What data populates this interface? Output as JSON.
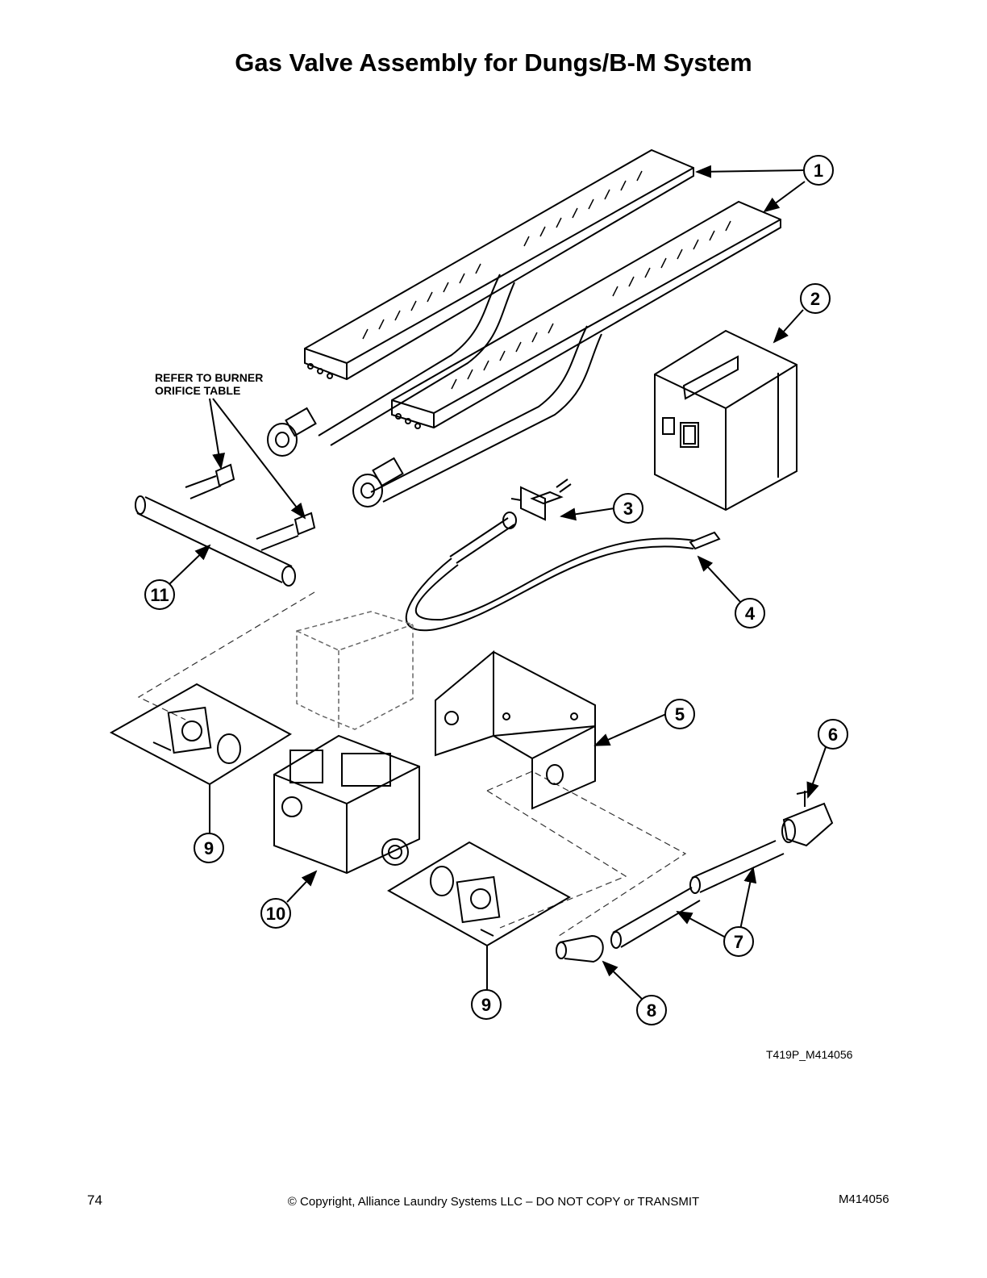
{
  "title": "Gas Valve Assembly for Dungs/B-M System",
  "note": {
    "line1": "REFER TO BURNER",
    "line2": "ORIFICE TABLE"
  },
  "callouts": [
    "1",
    "2",
    "3",
    "4",
    "5",
    "6",
    "7",
    "8",
    "9",
    "10",
    "11"
  ],
  "drawing_ref": "T419P_M414056",
  "footer": {
    "page_number": "74",
    "copyright": "© Copyright, Alliance Laundry Systems LLC – DO NOT COPY or TRANSMIT",
    "doc_number": "M414056"
  }
}
